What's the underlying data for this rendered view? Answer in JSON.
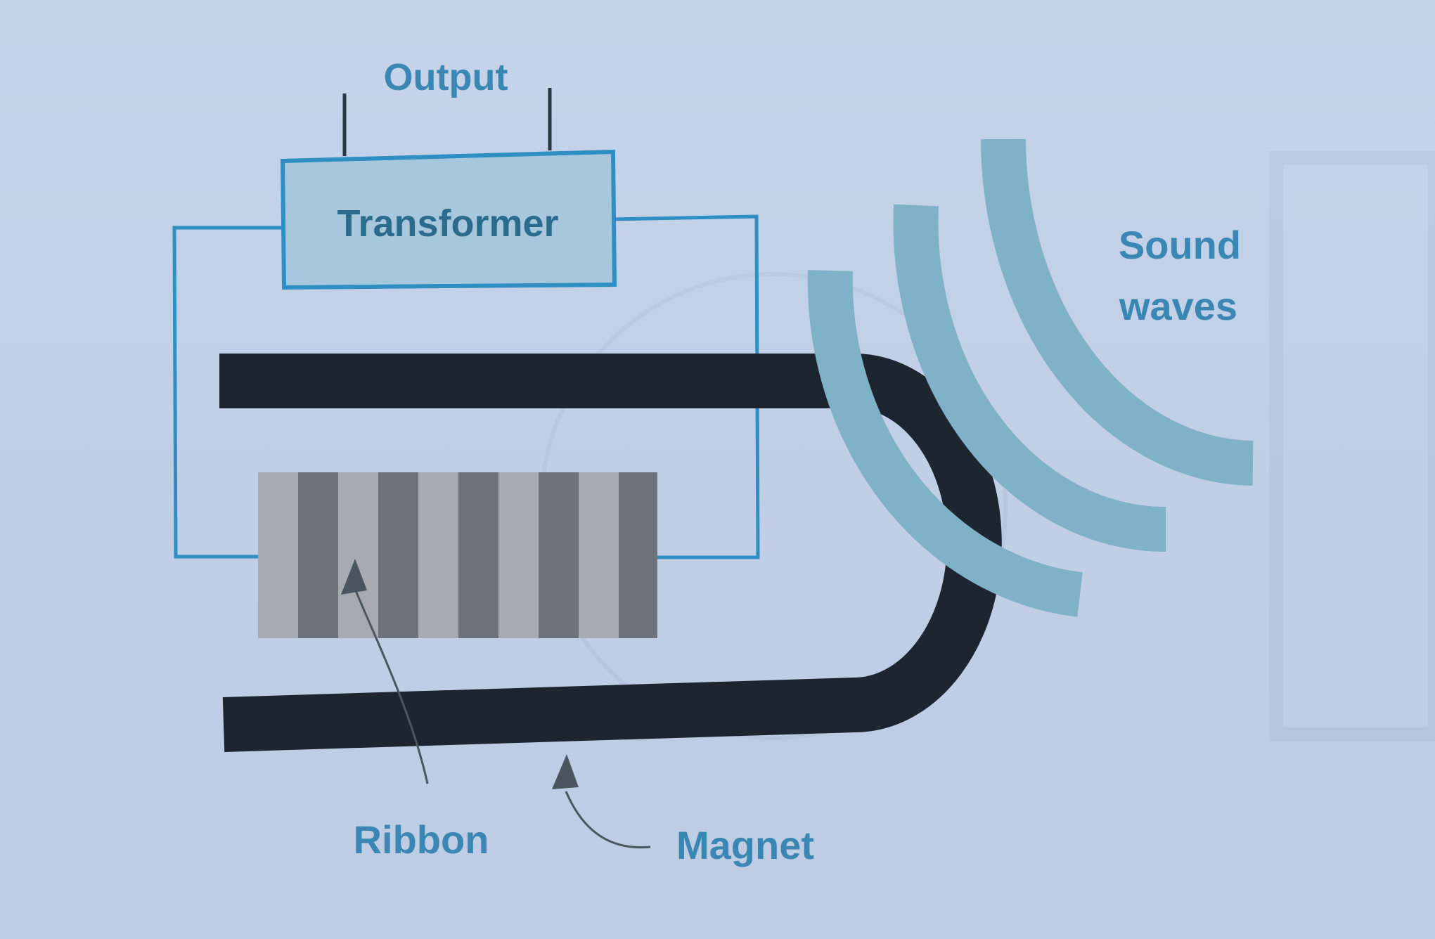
{
  "labels": {
    "output": "Output",
    "transformer": "Transformer",
    "sound_waves_line1": "Sound",
    "sound_waves_line2": "waves",
    "ribbon": "Ribbon",
    "magnet": "Magnet"
  },
  "colors": {
    "background": "#c3d1e8",
    "label_text": "#3a87b3",
    "wire": "#2f8ec2",
    "transformer_fill": "#a7c8dc",
    "magnet": "#1d2530",
    "sound_waves": "#7fb1c7",
    "ribbon_dark": "#6d737a",
    "ribbon_light": "#a6abb1",
    "pointer_arrow": "#4a5560"
  },
  "icons": {
    "ribbon_pointer": "arrow-up-icon",
    "magnet_pointer": "arrow-up-icon"
  }
}
